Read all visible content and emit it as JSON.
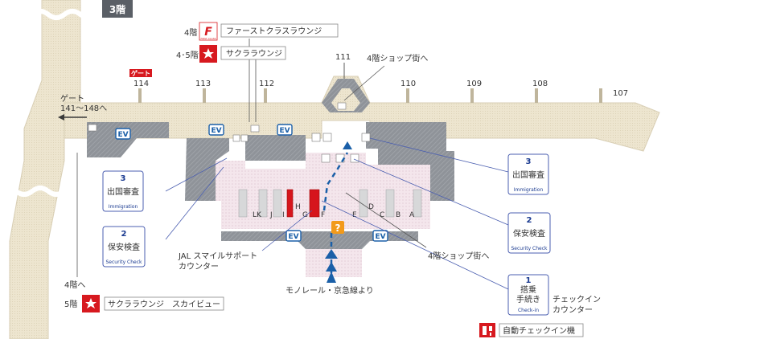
{
  "floor_badge": "3階",
  "gates": [
    {
      "id": "g107",
      "label": "107"
    },
    {
      "id": "g108",
      "label": "108"
    },
    {
      "id": "g109",
      "label": "109"
    },
    {
      "id": "g110",
      "label": "110"
    },
    {
      "id": "g111",
      "label": "111"
    },
    {
      "id": "g112",
      "label": "112"
    },
    {
      "id": "g113",
      "label": "113"
    },
    {
      "id": "g114",
      "label": "114"
    }
  ],
  "gate_tag": "ゲート",
  "gate_range": {
    "line1": "ゲート",
    "line2": "141～148へ"
  },
  "elevator_label": "EV",
  "counters": [
    "A",
    "B",
    "C",
    "D",
    "E",
    "F",
    "G",
    "H",
    "I",
    "J",
    "K",
    "L"
  ],
  "info_mark": "?",
  "lounges": {
    "first": {
      "floor": "4階",
      "icon_text": "FIRST CLASS",
      "name": "ファーストクラスラウンジ"
    },
    "sakura_45": {
      "floor": "4･5階",
      "name": "サクララウンジ"
    },
    "sakura_sky": {
      "floor_top": "4階へ",
      "floor": "5階",
      "name": "サクララウンジ　スカイビュー"
    }
  },
  "shops_top": "4階ショップ街へ",
  "shops_right": "4階ショップ街へ",
  "callouts": {
    "immig_left": {
      "num": "3",
      "title": "出国審査",
      "sub": "Immigration"
    },
    "security_left": {
      "num": "2",
      "title": "保安検査",
      "sub": "Security Check"
    },
    "immig_right": {
      "num": "3",
      "title": "出国審査",
      "sub": "Immigration"
    },
    "security_right": {
      "num": "2",
      "title": "保安検査",
      "sub": "Security Check"
    },
    "checkin": {
      "num": "1",
      "title1": "搭乗",
      "title2": "手続き",
      "sub": "Check-in",
      "note1": "チェックイン",
      "note2": "カウンター"
    }
  },
  "jal_support": {
    "line1": "JAL スマイルサポート",
    "line2": "カウンター"
  },
  "monorail": "モノレール・京急線より",
  "auto_checkin": "自動チェックイン機",
  "colors": {
    "accent_blue": "#1a5fa8",
    "sakura_red": "#d7191f",
    "counter_red": "#d6151c",
    "building_gray": "#8f9399",
    "corridor": "#ebe3cd",
    "security_area": "#f3e4ea",
    "info_orange": "#f29a1a"
  }
}
